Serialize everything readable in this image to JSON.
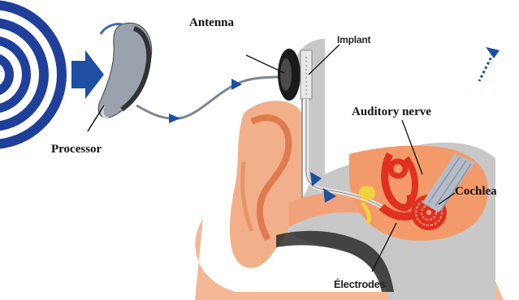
{
  "labels": {
    "antenna": "Antenna",
    "implant": "Implant",
    "processor": "Processor",
    "auditory_nerve": "Auditory nerve",
    "cochlea": "Cochlea",
    "electrodes": "Électrodes"
  },
  "colors": {
    "sound_wave_blue": "#1f3f9a",
    "arrow_blue": "#1d4fa3",
    "skin": "#f2b08a",
    "skin_shadow": "#e07a4f",
    "canal_gray": "#c8c8c8",
    "cochlea_red": "#e0301e",
    "nerve_gray": "#b4bcc8"
  },
  "icons": [
    "sound-waves-icon",
    "wave-arrow-icon",
    "hearing-aid-processor-icon",
    "implant-disk-icon",
    "signal-arrow-icon"
  ]
}
